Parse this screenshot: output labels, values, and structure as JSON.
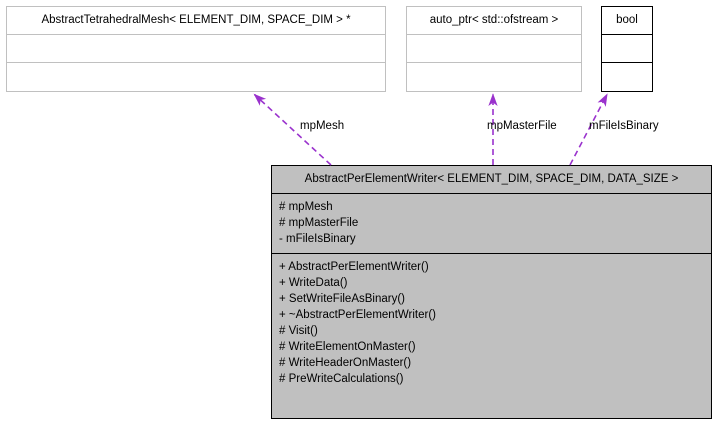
{
  "diagram": {
    "kind": "uml-collaboration-diagram",
    "accent_color": "#9a32cd",
    "fill_color": "#c0c0c0",
    "border_color": "#000000",
    "light_border_color": "#c0c0c0",
    "background": "#ffffff"
  },
  "classes": [
    {
      "id": "mesh",
      "title": "AbstractTetrahedralMesh< ELEMENT_DIM, SPACE_DIM > *",
      "attributes": [],
      "operations": [],
      "filled": false
    },
    {
      "id": "autoptr",
      "title": "auto_ptr< std::ofstream >",
      "attributes": [],
      "operations": [],
      "filled": false
    },
    {
      "id": "bool",
      "title": "bool",
      "attributes": [],
      "operations": [],
      "filled": false
    },
    {
      "id": "main",
      "title": "AbstractPerElementWriter< ELEMENT_DIM, SPACE_DIM, DATA_SIZE >",
      "attributes": [
        "# mpMesh",
        "# mpMasterFile",
        "- mFileIsBinary"
      ],
      "operations": [
        "+ AbstractPerElementWriter()",
        "+ WriteData()",
        "+ SetWriteFileAsBinary()",
        "+ ~AbstractPerElementWriter()",
        "# Visit()",
        "# WriteElementOnMaster()",
        "# WriteHeaderOnMaster()",
        "# PreWriteCalculations()"
      ],
      "filled": true
    }
  ],
  "edges": [
    {
      "id": "edge-mpmesh",
      "label": "mpMesh",
      "from": "main",
      "to": "mesh",
      "style": "dashed",
      "arrow": "open"
    },
    {
      "id": "edge-mpmasterfile",
      "label": "mpMasterFile",
      "from": "main",
      "to": "autoptr",
      "style": "dashed",
      "arrow": "open"
    },
    {
      "id": "edge-mfileisbinary",
      "label": "mFileIsBinary",
      "from": "main",
      "to": "bool",
      "style": "dashed",
      "arrow": "open"
    }
  ]
}
